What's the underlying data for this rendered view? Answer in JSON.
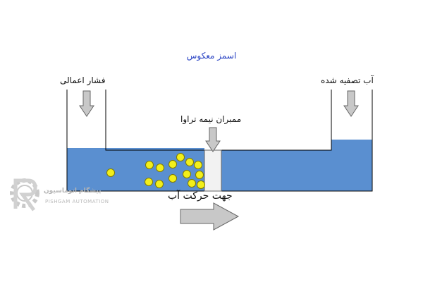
{
  "title": "اسمز معکوس",
  "labels": {
    "applied_pressure": "فشار اعمالی",
    "purified_water": "آب تصفیه شده",
    "membrane": "ممبران نیمه تراوا",
    "flow_direction": "جهت حرکت آب"
  },
  "logo": {
    "name_fa": "پیشگام اتوماسیون",
    "name_en": "PISHGAM AUTOMATION"
  },
  "colors": {
    "water": "#5a8fd0",
    "particle": "#f2ef1a",
    "arrow": "#c8c8c8",
    "title": "#2b45c4"
  },
  "icons": [
    "down-arrow-icon",
    "right-arrow-icon",
    "gear-logo-icon"
  ],
  "particles_count": 14
}
